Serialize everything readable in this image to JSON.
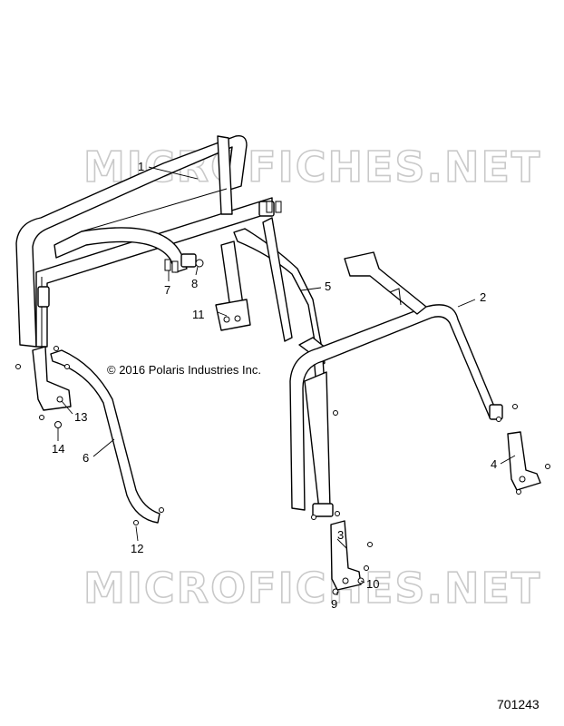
{
  "watermark": {
    "text": "MICROFICHES.NET"
  },
  "copyright": "© 2016 Polaris Industries Inc.",
  "document_number": "701243",
  "callouts": [
    {
      "id": "1",
      "label": "1"
    },
    {
      "id": "2",
      "label": "2"
    },
    {
      "id": "3",
      "label": "3"
    },
    {
      "id": "4",
      "label": "4"
    },
    {
      "id": "5",
      "label": "5"
    },
    {
      "id": "6",
      "label": "6"
    },
    {
      "id": "7",
      "label": "7"
    },
    {
      "id": "8",
      "label": "8"
    },
    {
      "id": "9",
      "label": "9"
    },
    {
      "id": "10",
      "label": "10"
    },
    {
      "id": "11",
      "label": "11"
    },
    {
      "id": "12",
      "label": "12"
    },
    {
      "id": "13",
      "label": "13"
    },
    {
      "id": "14",
      "label": "14"
    }
  ]
}
